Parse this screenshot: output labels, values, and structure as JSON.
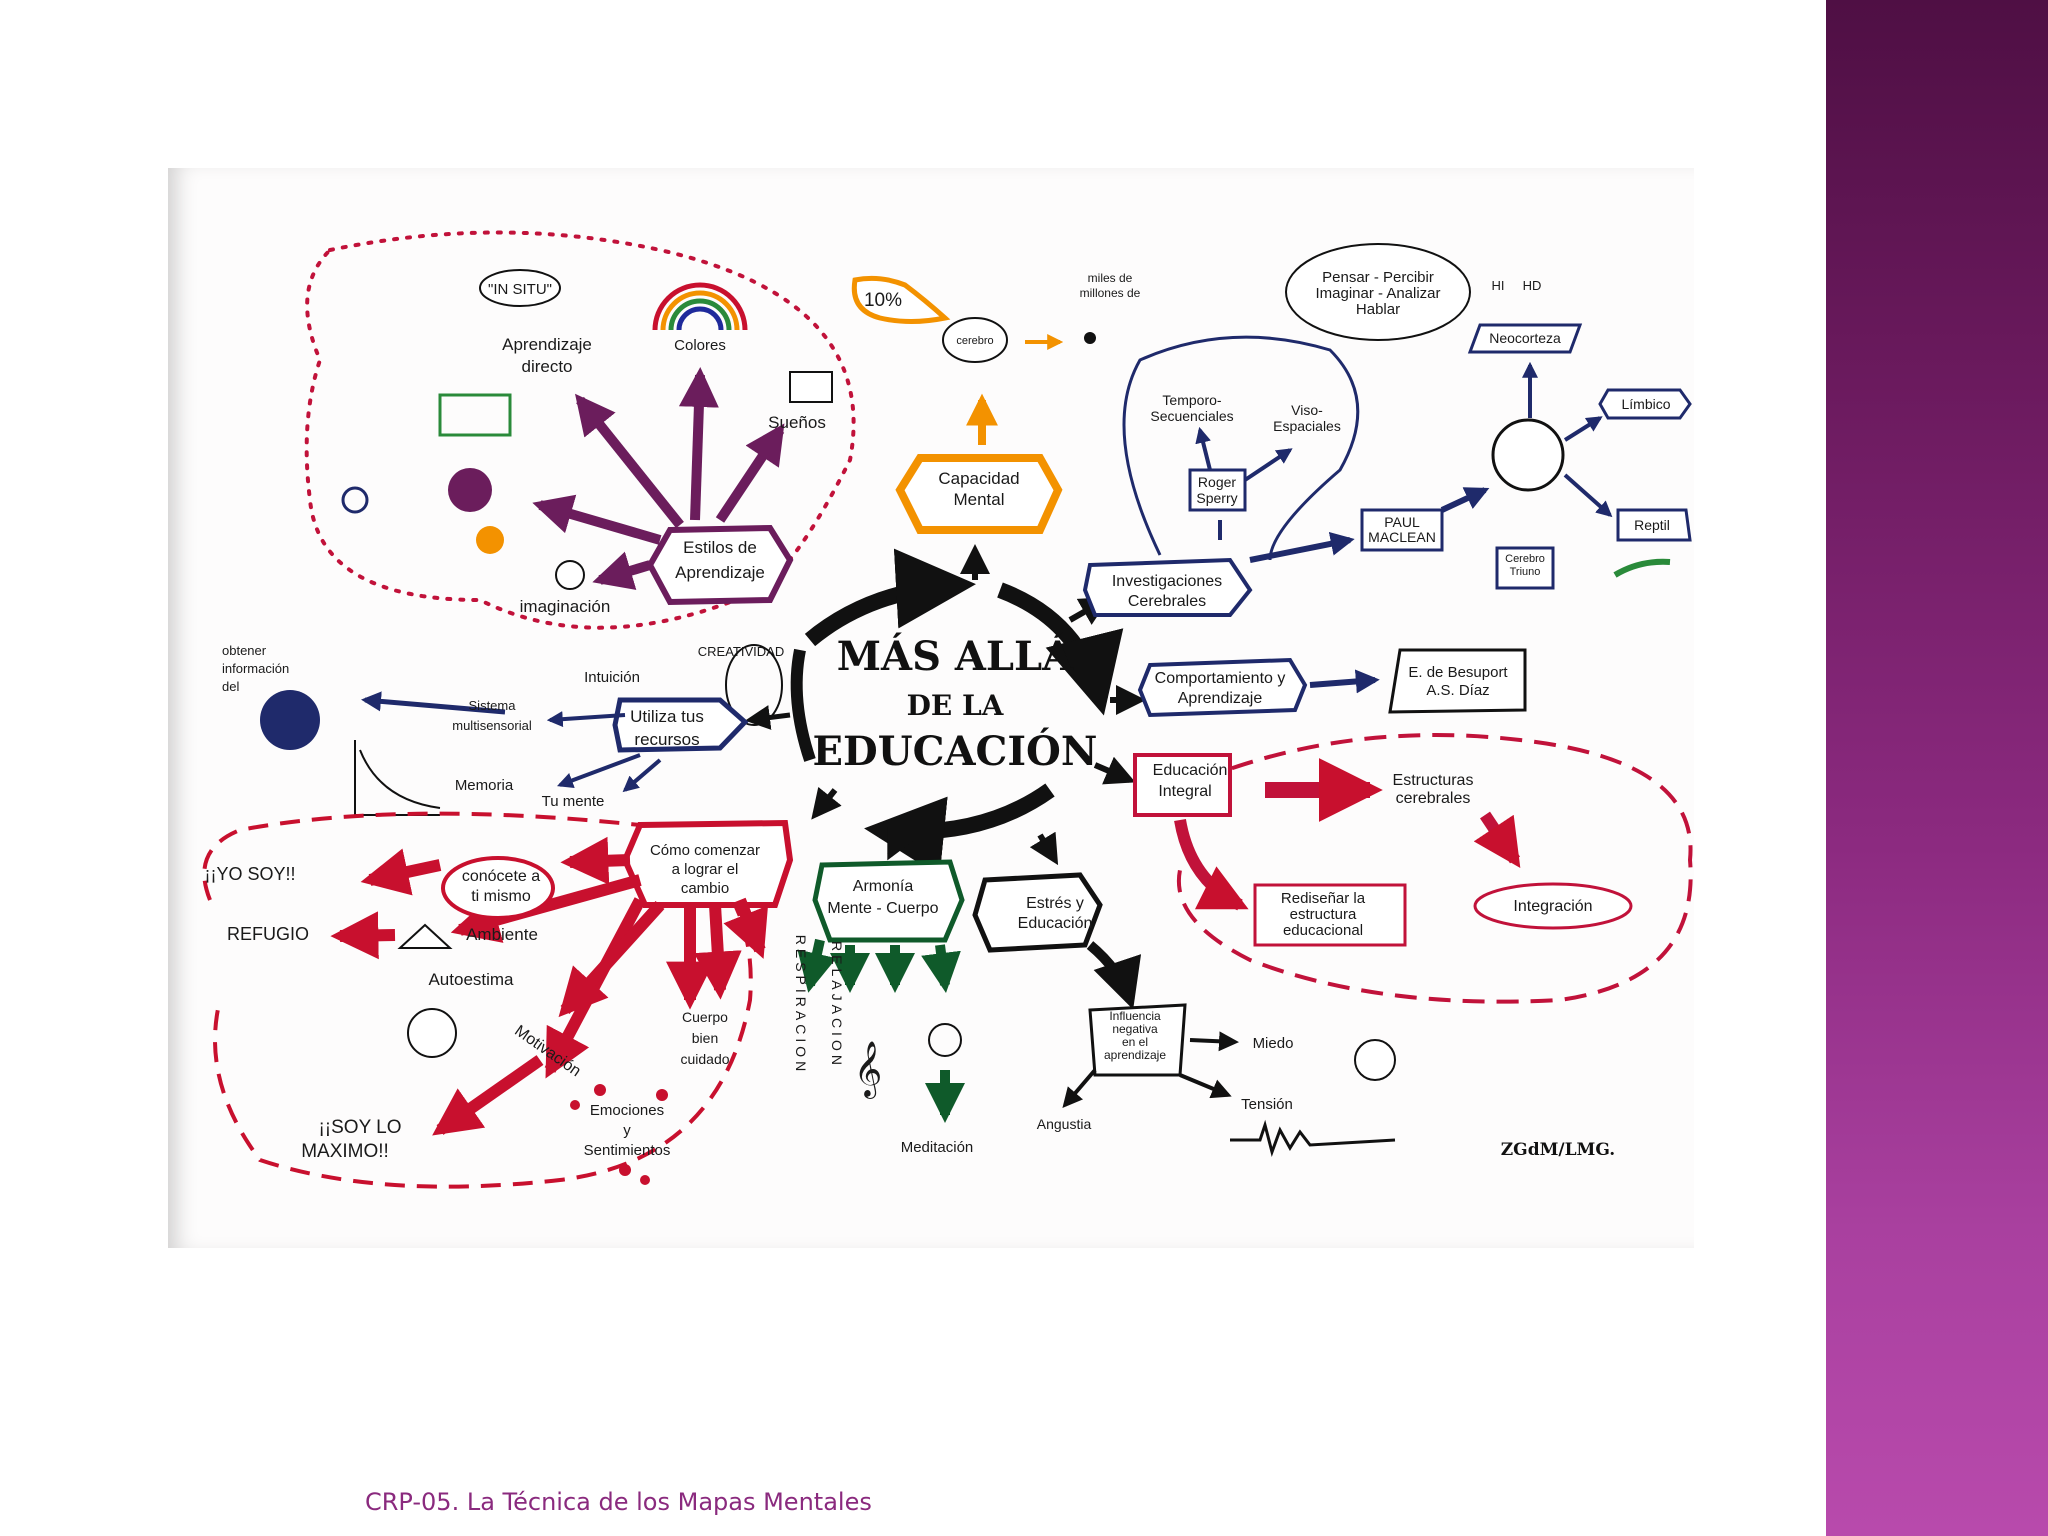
{
  "footer": {
    "text": "CRP-05. La Técnica de los Mapas Mentales"
  },
  "colors": {
    "sidebar_top": "#4f0f44",
    "sidebar_bottom": "#b84aac",
    "footer": "#8a2a7e",
    "purple": "#6b1d5c",
    "red": "#c8102e",
    "orange": "#f39200",
    "navy": "#1f2a6b",
    "green": "#0f5a2a",
    "crimson": "#c1123a"
  },
  "map": {
    "center": {
      "line1": "MÁS ALLÁ",
      "line2": "DE LA",
      "line3": "EDUCACIÓN"
    },
    "estilos": {
      "title_1": "Estilos de",
      "title_2": "Aprendizaje",
      "in_situ": "\"IN SITU\"",
      "aprendizaje_1": "Aprendizaje",
      "aprendizaje_2": "directo",
      "colores": "Colores",
      "suenos": "Sueños",
      "imaginacion": "imaginación",
      "creatividad": "CREATIVIDAD"
    },
    "capacidad": {
      "title_1": "Capacidad",
      "title_2": "Mental",
      "pct": "10%",
      "cerebro": "cerebro",
      "miles_1": "miles de",
      "miles_2": "millones de"
    },
    "recursos": {
      "title_1": "Utiliza tus",
      "title_2": "recursos",
      "intuicion": "Intuición",
      "sistema_1": "Sistema",
      "sistema_2": "multisensorial",
      "memoria": "Memoria",
      "tu_mente": "Tu mente",
      "obtener_1": "obtener",
      "obtener_2": "información",
      "obtener_3": "del"
    },
    "investigaciones": {
      "title_1": "Investigaciones",
      "title_2": "Cerebrales",
      "pensar_1": "Pensar - Percibir",
      "pensar_2": "Imaginar - Analizar",
      "pensar_3": "Hablar",
      "hi": "HI",
      "hd": "HD",
      "neocorteza": "Neocorteza",
      "temporo_1": "Temporo-",
      "temporo_2": "Secuenciales",
      "viso_1": "Viso-",
      "viso_2": "Espaciales",
      "roger_1": "Roger",
      "roger_2": "Sperry",
      "paul_1": "PAUL",
      "paul_2": "MACLEAN",
      "limbico": "Límbico",
      "reptil": "Reptil",
      "triuno_1": "Cerebro",
      "triuno_2": "Triuno"
    },
    "comportamiento": {
      "title_1": "Comportamiento y",
      "title_2": "Aprendizaje",
      "besuport_1": "E. de Besuport",
      "besuport_2": "A.S. Díaz"
    },
    "integral": {
      "title_1": "Educación",
      "title_2": "Integral",
      "estructuras_1": "Estructuras",
      "estructuras_2": "cerebrales",
      "redisenar_1": "Rediseñar la",
      "redisenar_2": "estructura",
      "redisenar_3": "educacional",
      "integracion": "Integración"
    },
    "estres": {
      "title_1": "Estrés y",
      "title_2": "Educación",
      "influencia_1": "Influencia",
      "influencia_2": "negativa",
      "influencia_3": "en el",
      "influencia_4": "aprendizaje",
      "miedo": "Miedo",
      "tension": "Tensión",
      "angustia": "Angustia",
      "signature": "ZGdM/LMG."
    },
    "armonia": {
      "title_1": "Armonía",
      "title_2": "Mente - Cuerpo",
      "respiracion": "RESPIRACION",
      "relajacion": "RELAJACION",
      "meditacion": "Meditación"
    },
    "comenzar": {
      "title_1": "Cómo comenzar",
      "title_2": "a lograr el",
      "title_3": "cambio",
      "yo_soy": "¡¡YO SOY!!",
      "conocete_1": "conócete a",
      "conocete_2": "ti mismo",
      "refugio": "REFUGIO",
      "ambiente": "Ambiente",
      "autoestima": "Autoestima",
      "motivacion": "Motivación",
      "cuerpo_1": "Cuerpo",
      "cuerpo_2": "bien",
      "cuerpo_3": "cuidado",
      "emociones_1": "Emociones",
      "emociones_2": "y",
      "emociones_3": "Sentimientos",
      "soy_lo_1": "¡¡SOY LO",
      "soy_lo_2": "MAXIMO!!"
    }
  }
}
